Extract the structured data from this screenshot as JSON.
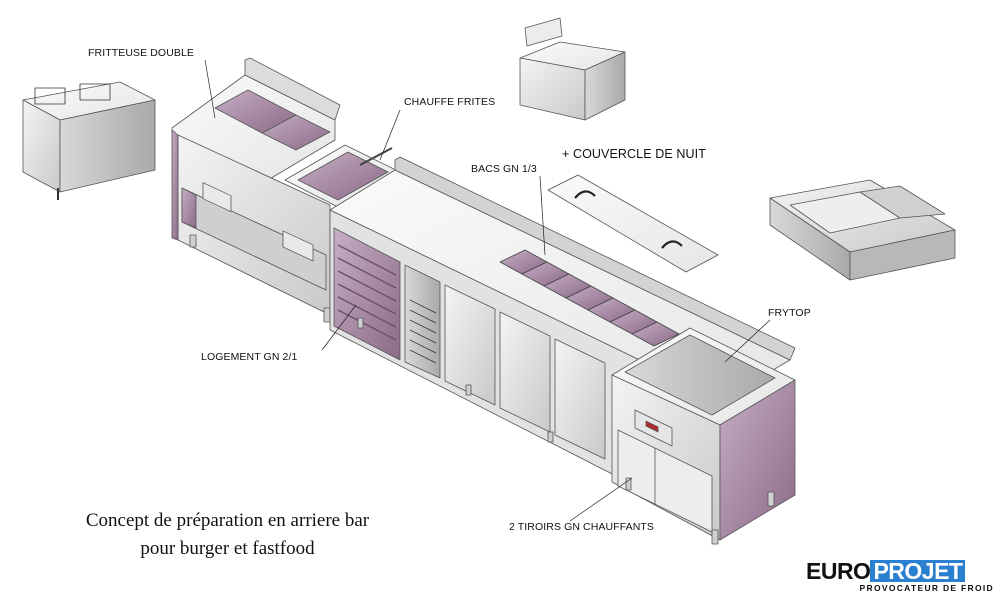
{
  "labels": {
    "friteuse": "FRITTEUSE DOUBLE",
    "chauffe": "CHAUFFE FRITES",
    "couvercle": "+ COUVERCLE DE NUIT",
    "bacs": "BACS GN 1/3",
    "frytop": "FRYTOP",
    "logement": "LOGEMENT GN 2/1",
    "tiroirs": "2 TIROIRS GN CHAUFFANTS"
  },
  "caption": {
    "line1": "Concept de préparation en arriere bar",
    "line2": "pour burger et fastfood"
  },
  "logo": {
    "word1": "EURO",
    "word2": "PROJET",
    "tagline": "PROVOCATEUR DE FROID",
    "accent": "#2b7fd0"
  },
  "colors": {
    "steel": "#e4e4e4",
    "steel_dark": "#b9b9b9",
    "purple": "#a888a6",
    "outline": "#555555"
  }
}
